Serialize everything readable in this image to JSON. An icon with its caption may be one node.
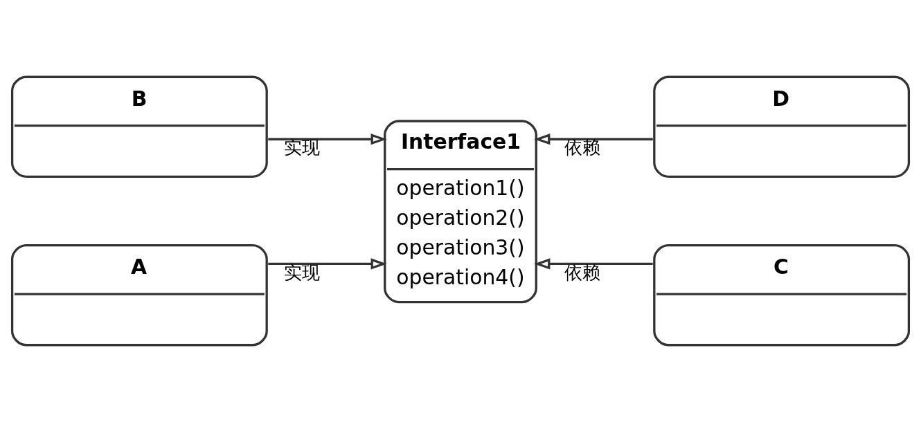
{
  "diagram": {
    "nodes": [
      {
        "text": [
          "B"
        ]
      },
      {
        "text": [
          "A"
        ]
      },
      {
        "text": [
          "Interface1",
          "operation1()",
          "operation2()",
          "operation3()",
          "operation4()"
        ]
      },
      {
        "text": [
          "D"
        ]
      },
      {
        "text": [
          "C"
        ]
      }
    ],
    "edges": [
      {
        "from": 0,
        "to": 2,
        "arrow": "to",
        "label": "实现"
      },
      {
        "from": 1,
        "to": 2,
        "arrow": "to",
        "label": "实现"
      },
      {
        "from": 3,
        "to": 2,
        "arrow": "to",
        "label": "依赖"
      },
      {
        "from": 4,
        "to": 2,
        "arrow": "to",
        "label": "依赖"
      }
    ]
  }
}
